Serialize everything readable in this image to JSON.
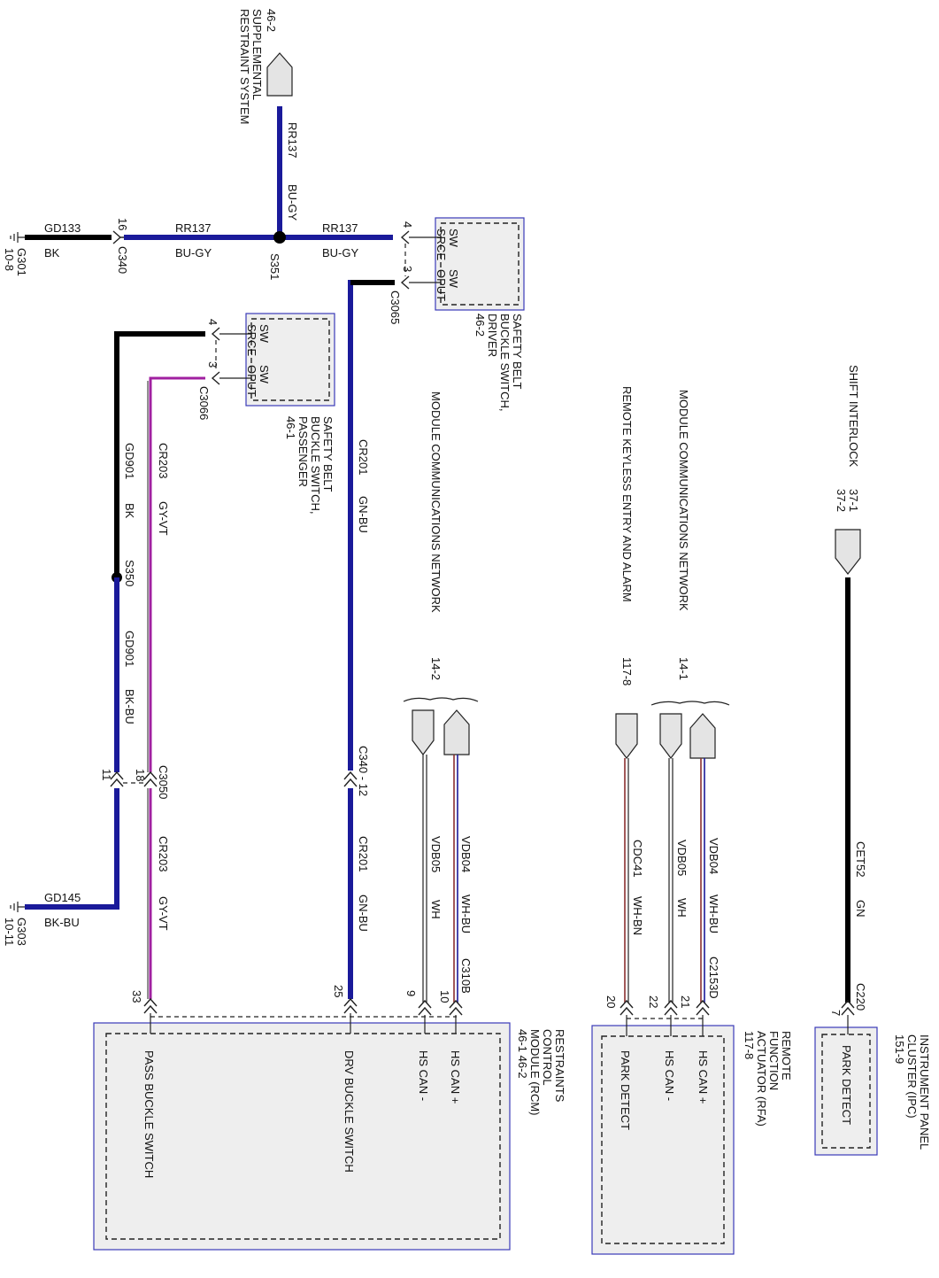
{
  "labels": {
    "src_462": "46-2",
    "src_srs_1": "SUPPLEMENTAL",
    "src_srs_2": "RESTRAINT SYSTEM",
    "w_rr137_vert": "RR137",
    "w_bugy_vert": "BU-GY",
    "w_rr137_left": "RR137",
    "w_bugy_left": "BU-GY",
    "w_rr137_right": "RR137",
    "w_bugy_right": "BU-GY",
    "s351": "S351",
    "c340_pin": "16",
    "c340": "C340",
    "gd133": "GD133",
    "bk_top": "BK",
    "g301": "G301",
    "g301_ref": "10-8",
    "drv_pin4": "4",
    "drv_pin3": "3",
    "c3065": "C3065",
    "drv_sw": "SW",
    "drv_sw2": "SW",
    "drv_srce": "SRCE",
    "drv_oput": "OPUT",
    "drv_1": "SAFETY BELT",
    "drv_2": "BUCKLE SWITCH,",
    "drv_3": "DRIVER",
    "drv_4": "46-2",
    "pas_pin4": "4",
    "pas_pin3": "3",
    "c3066": "C3066",
    "pas_sw": "SW",
    "pas_sw2": "SW",
    "pas_srce": "SRCE",
    "pas_oput": "OPUT",
    "pas_1": "SAFETY BELT",
    "pas_2": "BUCKLE SWITCH,",
    "pas_3": "PASSENGER",
    "pas_4": "46-1",
    "gd901": "GD901",
    "bk_mid": "BK",
    "s350": "S350",
    "gd901b": "GD901",
    "bkbu": "BK-BU",
    "cr203": "CR203",
    "gyvt": "GY-VT",
    "cr203b": "CR203",
    "gyvtb": "GY-VT",
    "c3050": "C3050",
    "c3050_p18": "18",
    "c3050_p11": "11",
    "gd145": "GD145",
    "bkbu_g": "BK-BU",
    "g303": "G303",
    "g303_ref": "10-11",
    "cr201": "CR201",
    "gnbu": "GN-BU",
    "c340_12": "C340  -  12",
    "cr201b": "CR201",
    "gnbub": "GN-BU",
    "mcn_1": "MODULE COMMUNICATIONS NETWORK",
    "mcn_1_ref": "14-2",
    "vdb05": "VDB05",
    "wh": "WH",
    "vdb04": "VDB04",
    "whbu": "WH-BU",
    "c310b": "C310B",
    "pin9": "9",
    "pin10": "10",
    "pin25": "25",
    "pin33": "33",
    "rke": "REMOTE KEYLESS ENTRY AND ALARM",
    "rke_ref": "117-8",
    "mcn_2": "MODULE COMMUNICATIONS NETWORK",
    "mcn_2_ref": "14-1",
    "cdc41": "CDC41",
    "whbn": "WH-BN",
    "vdb05b": "VDB05",
    "whb": "WH",
    "vdb04b": "VDB04",
    "whbub": "WH-BU",
    "c2153d": "C2153D",
    "pin20": "20",
    "pin22": "22",
    "pin21": "21",
    "shift": "SHIFT INTERLOCK",
    "shift_r1": "37-1",
    "shift_r2": "37-2",
    "cet52": "CET52",
    "gn": "GN",
    "c220": "C220",
    "pin7": "7",
    "rcm_1": "RESTRAINTS",
    "rcm_2": "CONTROL",
    "rcm_3": "MODULE (RCM)",
    "rcm_4": "46-1  46-2",
    "rcm_hscanp": "HS CAN +",
    "rcm_hscanm": "HS CAN -",
    "rcm_drv": "DRV BUCKLE SWITCH",
    "rcm_pass": "PASS BUCKLE SWITCH",
    "rfa_1": "REMOTE",
    "rfa_2": "FUNCTION",
    "rfa_3": "ACTUATOR (RFA)",
    "rfa_4": "117-8",
    "rfa_hscanp": "HS CAN +",
    "rfa_hscanm": "HS CAN -",
    "rfa_park": "PARK DETECT",
    "ipc_1": "INSTRUMENT PANEL",
    "ipc_2": "CLUSTER (IPC)",
    "ipc_3": "151-9",
    "ipc_park": "PARK DETECT"
  }
}
